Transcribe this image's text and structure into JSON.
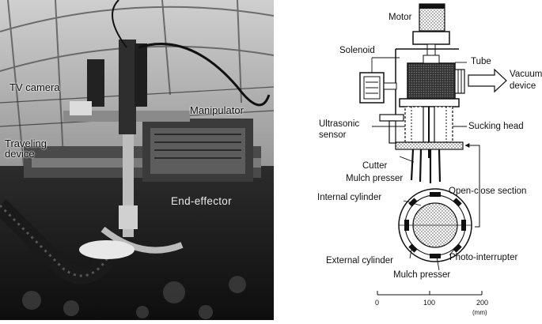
{
  "photo": {
    "labels": {
      "tv_camera": "TV camera",
      "manipulator": "Manipulator",
      "traveling_1": "Traveling",
      "traveling_2": "device",
      "end_effector": "End-effector"
    }
  },
  "diagram": {
    "labels": {
      "motor": "Motor",
      "solenoid": "Solenoid",
      "tube": "Tube",
      "vacuum_1": "Vacuum",
      "vacuum_2": "device",
      "ultrasonic_1": "Ultrasonic",
      "ultrasonic_2": "sensor",
      "sucking_head": "Sucking head",
      "cutter": "Cutter",
      "mulch_presser_top": "Mulch presser",
      "open_close": "Open-close section",
      "internal_cylinder": "Internal cylinder",
      "external_cylinder": "External cylinder",
      "photo_interrupter": "Photo-interrupter",
      "mulch_presser_bottom": "Mulch presser"
    },
    "scale": {
      "ticks": [
        "0",
        "100",
        "200"
      ],
      "unit": "(mm)"
    }
  }
}
